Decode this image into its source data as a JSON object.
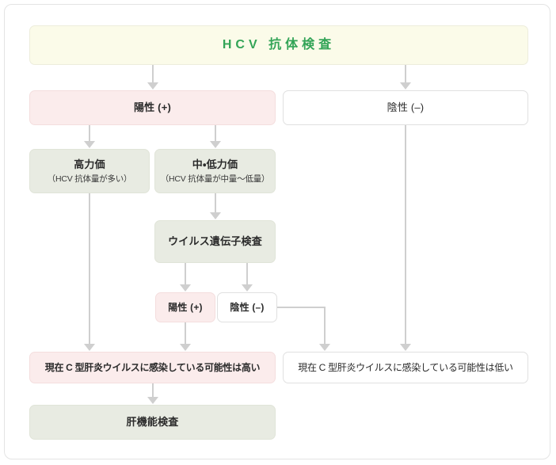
{
  "chart_data": {
    "type": "diagram",
    "title": "HCV 抗体検査",
    "diagram_kind": "flowchart",
    "orientation": "top-down",
    "nodes": [
      {
        "id": "title",
        "label": "HCV 抗体検査",
        "sublabel": "",
        "style": "title"
      },
      {
        "id": "positive-1",
        "label": "陽性 (+)",
        "sublabel": "",
        "style": "pink"
      },
      {
        "id": "negative-1",
        "label": "陰性 (–)",
        "sublabel": "",
        "style": "white"
      },
      {
        "id": "high-titer",
        "label": "高力価",
        "sublabel": "（HCV 抗体量が多い）",
        "style": "sage"
      },
      {
        "id": "mid-low",
        "label": "中・低力価",
        "sublabel": "（HCV 抗体量が中量〜低量）",
        "style": "sage"
      },
      {
        "id": "gene-test",
        "label": "ウイルス遺伝子検査",
        "sublabel": "",
        "style": "sage"
      },
      {
        "id": "positive-2",
        "label": "陽性 (+)",
        "sublabel": "",
        "style": "pink"
      },
      {
        "id": "negative-2",
        "label": "陰性 (–)",
        "sublabel": "",
        "style": "white"
      },
      {
        "id": "result-high",
        "label": "現在 C 型肝炎ウイルスに感染している可能性は高い",
        "sublabel": "",
        "style": "pink"
      },
      {
        "id": "result-low",
        "label": "現在 C 型肝炎ウイルスに感染している可能性は低い",
        "sublabel": "",
        "style": "white"
      },
      {
        "id": "liver-test",
        "label": "肝機能検査",
        "sublabel": "",
        "style": "sage"
      }
    ],
    "edges": [
      {
        "from": "title",
        "to": "positive-1",
        "kind": "arrow-down"
      },
      {
        "from": "title",
        "to": "negative-1",
        "kind": "arrow-down"
      },
      {
        "from": "positive-1",
        "to": "high-titer",
        "kind": "arrow-down"
      },
      {
        "from": "positive-1",
        "to": "mid-low",
        "kind": "arrow-down"
      },
      {
        "from": "mid-low",
        "to": "gene-test",
        "kind": "arrow-down"
      },
      {
        "from": "gene-test",
        "to": "positive-2",
        "kind": "arrow-down"
      },
      {
        "from": "gene-test",
        "to": "negative-2",
        "kind": "arrow-down"
      },
      {
        "from": "high-titer",
        "to": "result-high",
        "kind": "arrow-down-long"
      },
      {
        "from": "positive-2",
        "to": "result-high",
        "kind": "arrow-down"
      },
      {
        "from": "negative-2",
        "to": "result-low",
        "kind": "elbow-right-down"
      },
      {
        "from": "negative-1",
        "to": "result-low",
        "kind": "arrow-down-long"
      },
      {
        "from": "result-high",
        "to": "liver-test",
        "kind": "arrow-down"
      }
    ],
    "colors": {
      "title_text": "#33a457",
      "title_fill": "#fbfbe9",
      "positive_fill": "#fbecec",
      "negative_fill": "#ffffff",
      "neutral_fill": "#e8ebe2",
      "connector": "#cfcfcf",
      "border": "#e4e4e4",
      "body_text": "#2b2b2b"
    }
  },
  "nodes": {
    "title": {
      "label": "HCV 抗体検査",
      "sublabel": ""
    },
    "positive_1": {
      "label": "陽性 (+)",
      "sublabel": ""
    },
    "negative_1": {
      "label": "陰性 (–)",
      "sublabel": ""
    },
    "high_titer": {
      "label": "高力価",
      "sublabel": "（HCV 抗体量が多い）"
    },
    "mid_low": {
      "label": "中・低力価",
      "sublabel": "（HCV 抗体量が中量〜低量）"
    },
    "gene_test": {
      "label": "ウイルス遺伝子検査",
      "sublabel": ""
    },
    "positive_2": {
      "label": "陽性 (+)",
      "sublabel": ""
    },
    "negative_2": {
      "label": "陰性 (–)",
      "sublabel": ""
    },
    "result_high": {
      "label": "現在 C 型肝炎ウイルスに感染している可能性は高い",
      "sublabel": ""
    },
    "result_low": {
      "label": "現在 C 型肝炎ウイルスに感染している可能性は低い",
      "sublabel": ""
    },
    "liver_test": {
      "label": "肝機能検査",
      "sublabel": ""
    }
  }
}
